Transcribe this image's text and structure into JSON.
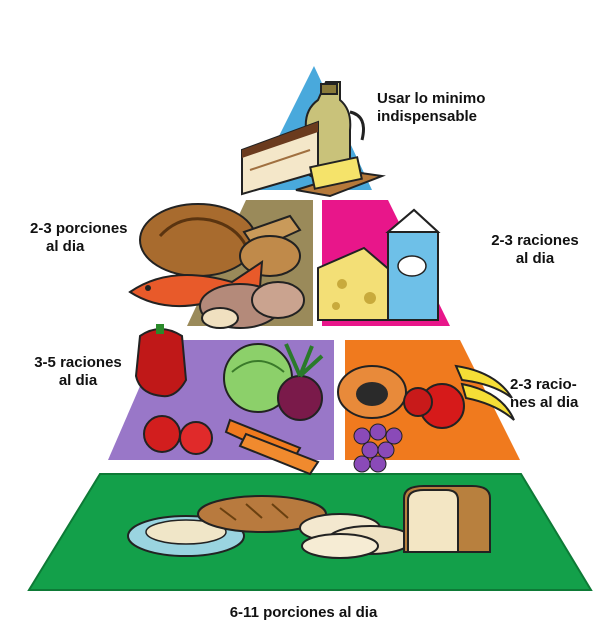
{
  "tiers": {
    "top": {
      "line1": "Usar lo minimo",
      "line2": "indispensable"
    },
    "protein": {
      "line1": "2-3 porciones",
      "line2": "al dia"
    },
    "dairy": {
      "line1": "2-3 raciones",
      "line2": "al dia"
    },
    "vegetables": {
      "line1": "3-5 raciones",
      "line2": "al dia"
    },
    "fruit": {
      "line1": "2-3 racio-",
      "line2": "nes al dia"
    },
    "grains": {
      "line1": "6-11 porciones al dia"
    }
  },
  "colors": {
    "top": "#49a9dc",
    "protein": "#9a8a5a",
    "dairy": "#e8168a",
    "vegetables": "#9977c8",
    "fruit": "#f07a1e",
    "grains": "#13a04a"
  }
}
